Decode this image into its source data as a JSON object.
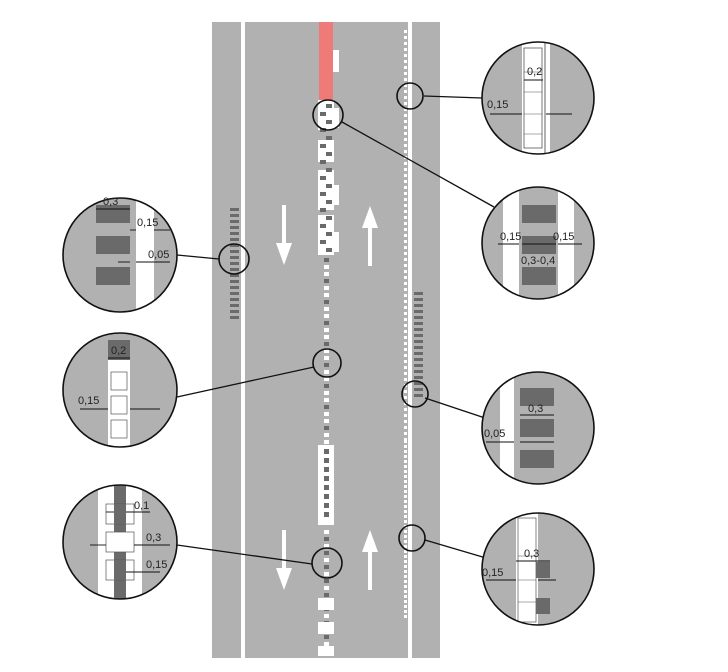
{
  "colors": {
    "road": "#b1b1b1",
    "line_white": "#ffffff",
    "stripe_dark": "#6a6a6a",
    "red_zone": "#ef7b78",
    "leader": "#111111"
  },
  "road": {
    "arrows": [
      {
        "direction": "down",
        "label": ""
      },
      {
        "direction": "up",
        "label": ""
      },
      {
        "direction": "down",
        "label": ""
      },
      {
        "direction": "up",
        "label": ""
      }
    ]
  },
  "details": [
    {
      "id": "detail-top-right",
      "labels": [
        "0,2",
        "0,15"
      ]
    },
    {
      "id": "detail-red-end",
      "labels": [
        "0,15",
        "0,15",
        "0,3-0,4"
      ]
    },
    {
      "id": "detail-left-rumble",
      "labels": [
        "0,3",
        "0,15",
        "0,05"
      ]
    },
    {
      "id": "detail-center-dashes",
      "labels": [
        "0,2",
        "0,15"
      ]
    },
    {
      "id": "detail-right-rumble",
      "labels": [
        "0,3",
        "0,05"
      ]
    },
    {
      "id": "detail-checker",
      "labels": [
        "0,1",
        "0,3",
        "0,15"
      ]
    },
    {
      "id": "detail-right-bottom",
      "labels": [
        "0,3",
        "0,15"
      ]
    }
  ]
}
